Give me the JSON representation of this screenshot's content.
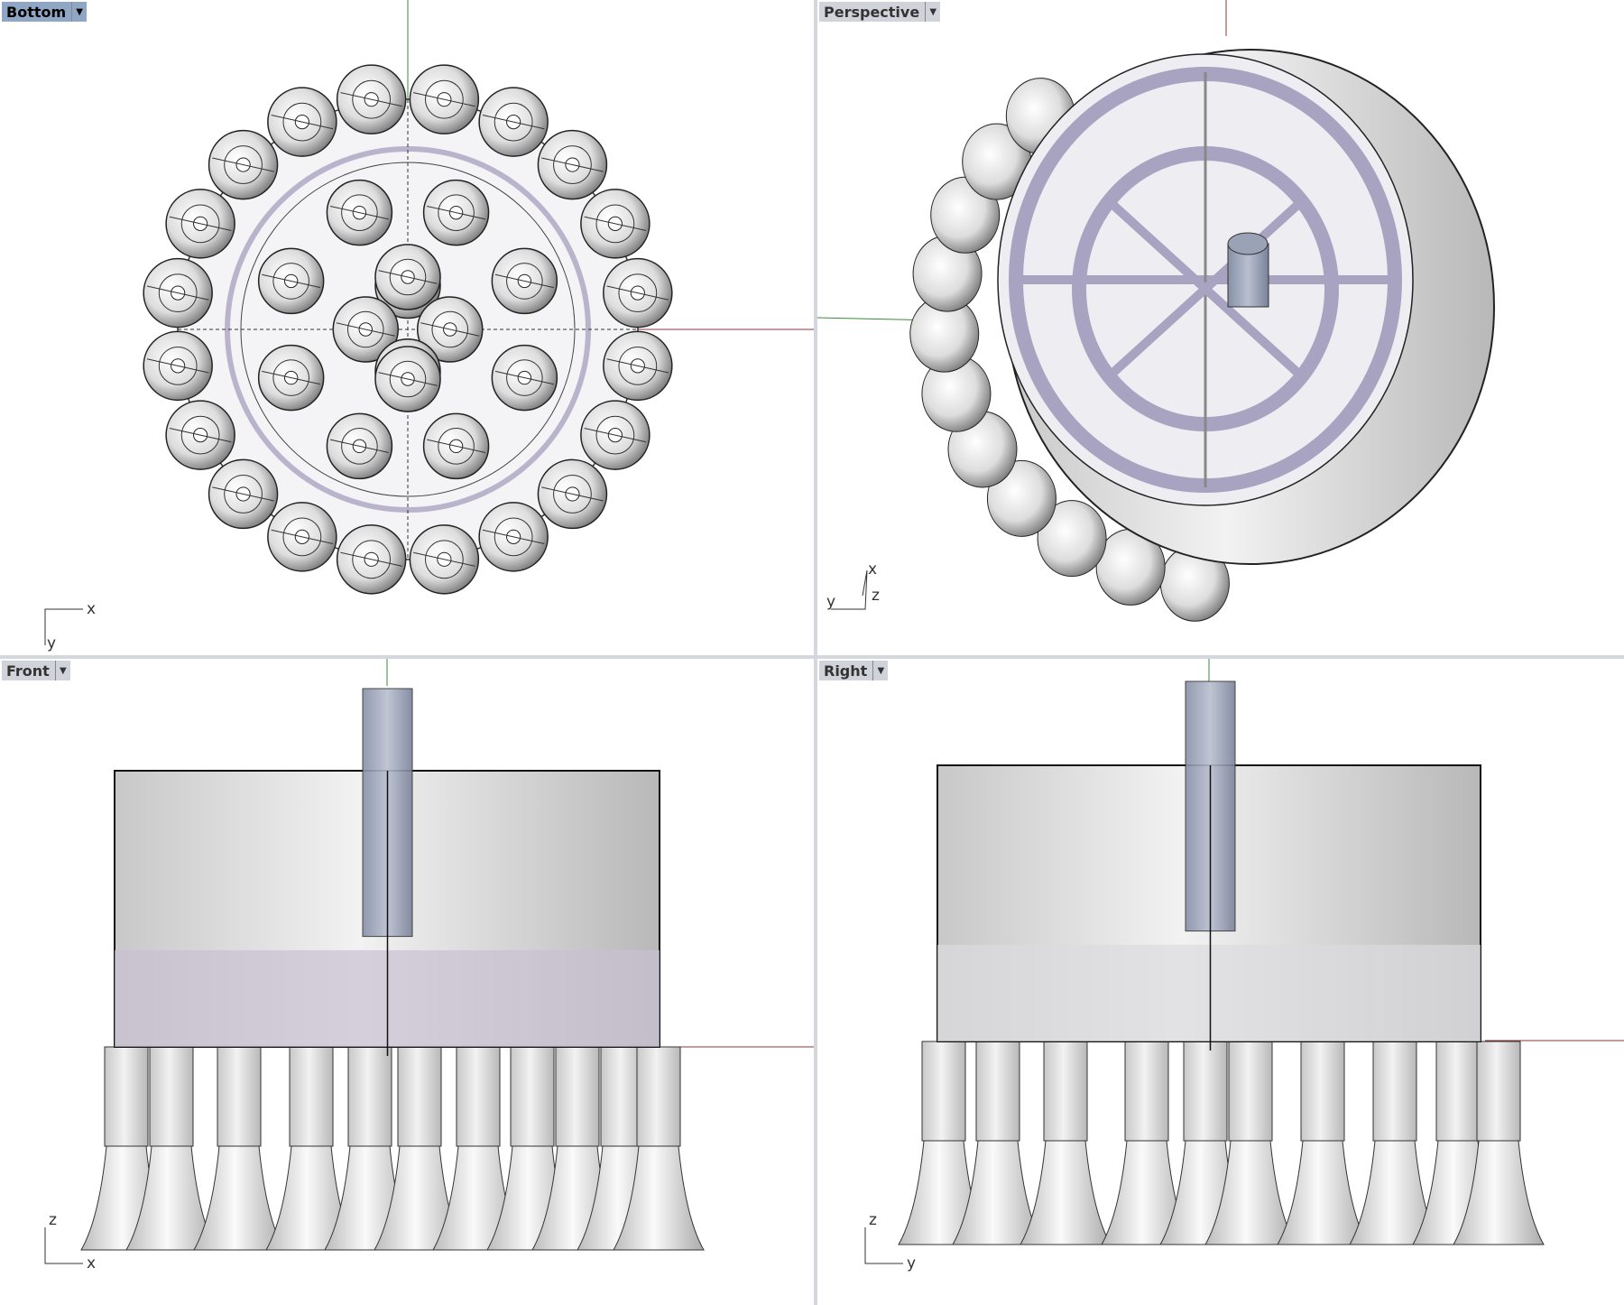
{
  "viewports": {
    "bottom": {
      "label": "Bottom",
      "axes": {
        "h": "x",
        "v": "y"
      }
    },
    "perspective": {
      "label": "Perspective",
      "axes": {
        "a": "x",
        "b": "y",
        "c": "z"
      }
    },
    "front": {
      "label": "Front",
      "axes": {
        "h": "x",
        "v": "z"
      }
    },
    "right": {
      "label": "Right",
      "axes": {
        "h": "y",
        "v": "z"
      }
    }
  },
  "dropdown_icon": "triangle-down",
  "colors": {
    "active_label": "#8fa7c4",
    "label": "#d0d4da",
    "x_axis": "#8b3a3a",
    "y_axis": "#3a8b3a",
    "pipe": "#9aa2b6",
    "tank_bottom": "#cfc6d6"
  }
}
